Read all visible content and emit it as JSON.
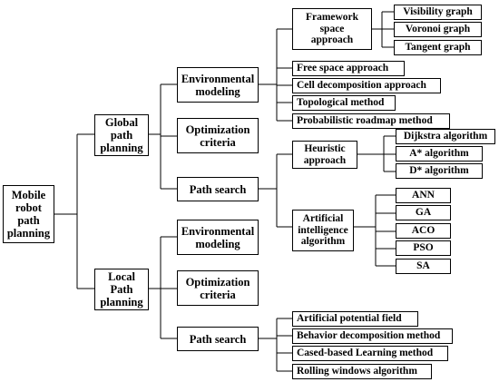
{
  "diagram": {
    "root": "Mobile\nrobot\npath\nplanning",
    "global": {
      "label": "Global\npath\nplanning",
      "env": "Environmental\nmodeling",
      "opt": "Optimization\ncriteria",
      "search": "Path search",
      "framework": "Framework\nspace\napproach",
      "visibility": "Visibility graph",
      "voronoi": "Voronoi graph",
      "tangent": "Tangent graph",
      "free_space": "Free space approach",
      "cell_decomp": "Cell decomposition approach",
      "topological": "Topological method",
      "prob_roadmap": "Probabilistic roadmap method",
      "heuristic": "Heuristic\napproach",
      "dijkstra": "Dijkstra algorithm",
      "a_star": "A* algorithm",
      "d_star": "D* algorithm",
      "ai": "Artificial\nintelligence\nalgorithm",
      "ann": "ANN",
      "ga": "GA",
      "aco": "ACO",
      "pso": "PSO",
      "sa": "SA"
    },
    "local": {
      "label": "Local\nPath\nplanning",
      "env": "Environmental\nmodeling",
      "opt": "Optimization\ncriteria",
      "search": "Path search",
      "apf": "Artificial potential field",
      "behavior": "Behavior decomposition method",
      "case_based": "Cased-based Learning method",
      "rolling": "Rolling windows algorithm"
    }
  }
}
